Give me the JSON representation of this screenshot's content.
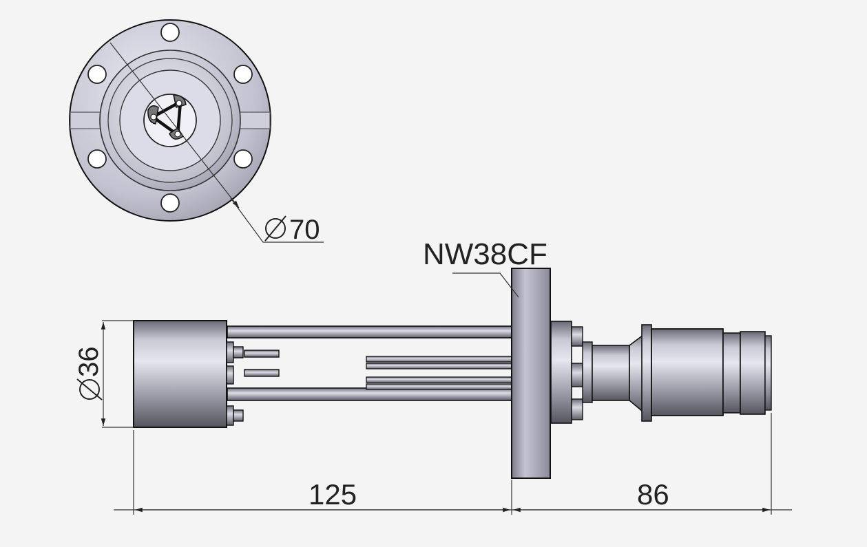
{
  "labels": {
    "flange_diameter": "70",
    "flange_type": "NW38CF",
    "head_diameter": "36",
    "length_left": "125",
    "length_right": "86"
  },
  "colors": {
    "background": "#f4f4f4",
    "metal_light": "#d8d8e4",
    "metal_mid": "#9a9aa8",
    "metal_dark": "#5a5a66",
    "outline": "#111111",
    "dimension": "#333333"
  }
}
